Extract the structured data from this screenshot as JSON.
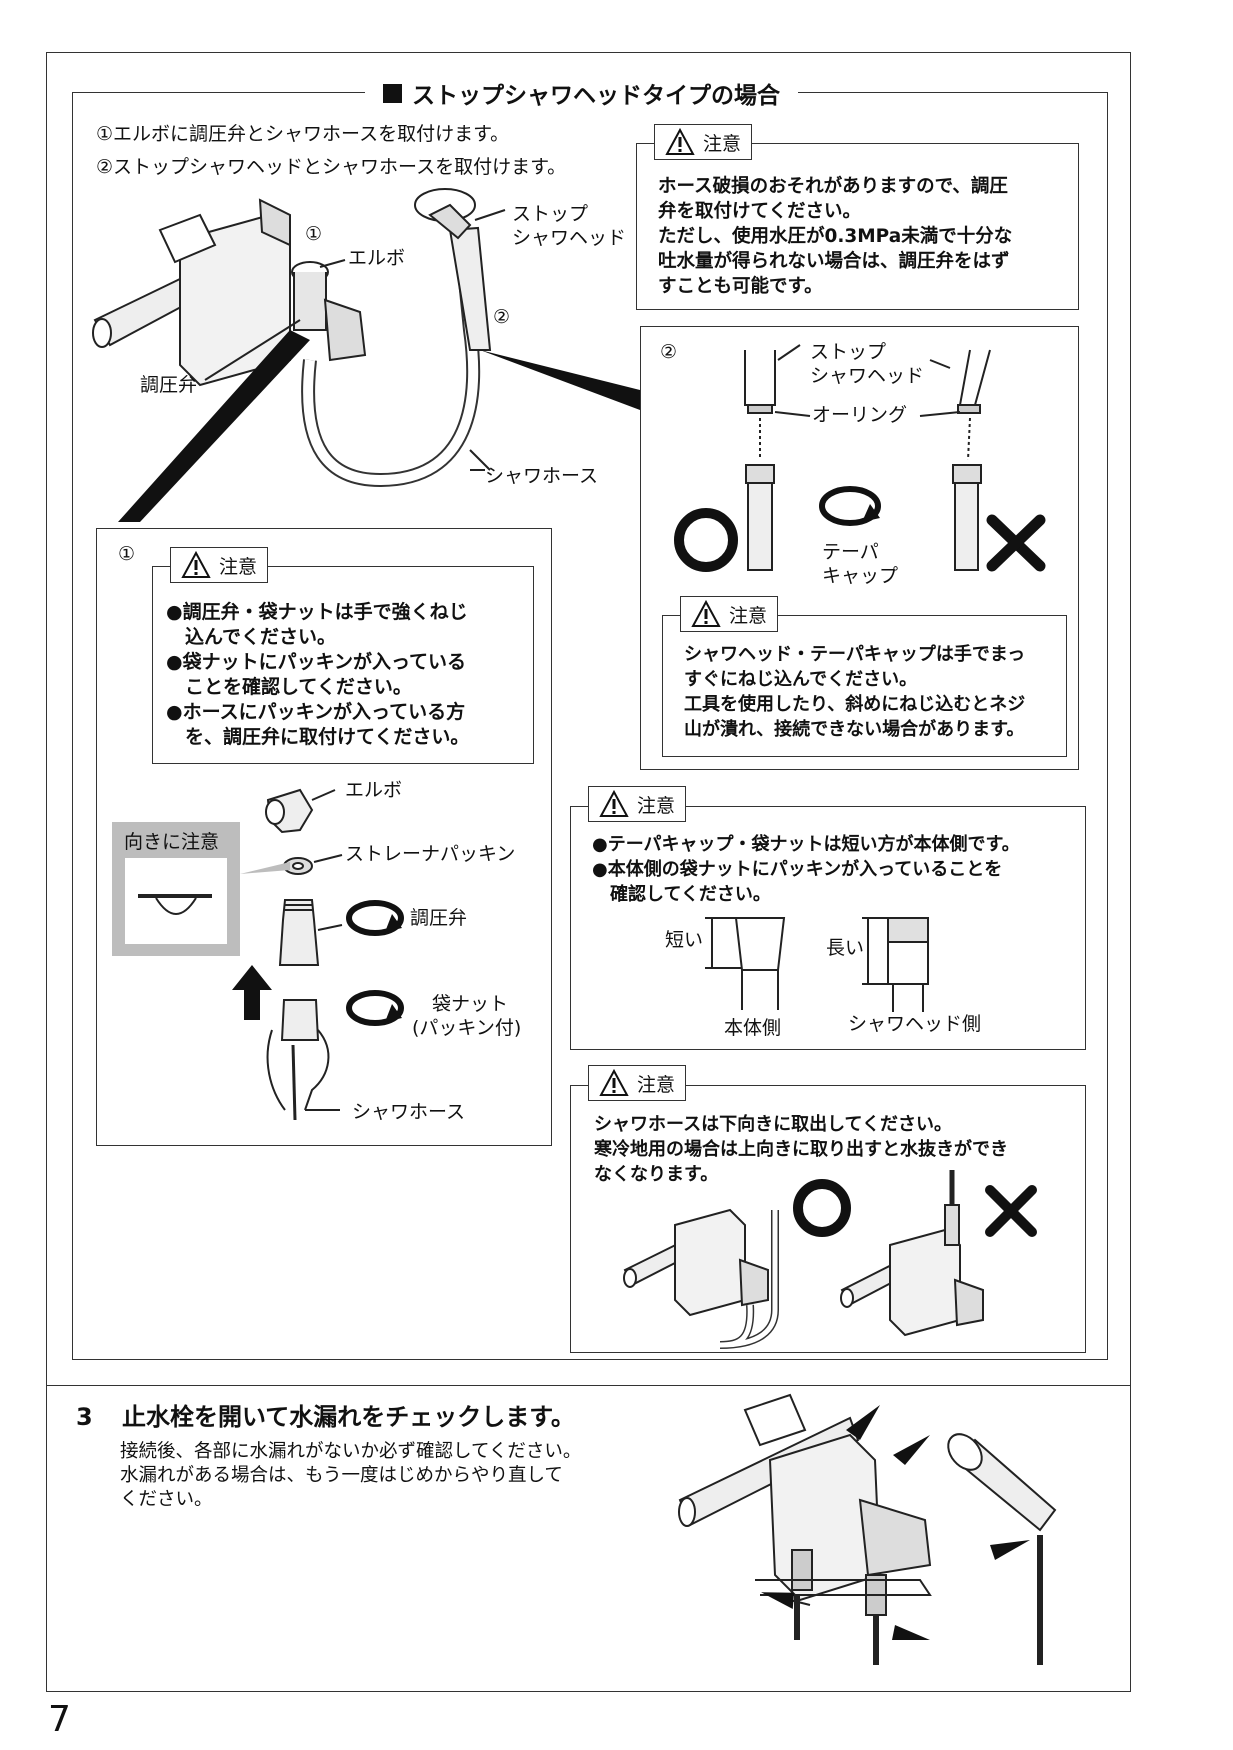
{
  "section": {
    "title": "ストップシャワヘッドタイプの場合",
    "step1": "①エルボに調圧弁とシャワホースを取付けます。",
    "step2": "②ストップシャワヘッドとシャワホースを取付けます。"
  },
  "main_figure": {
    "num1": "①",
    "num2": "②",
    "label_stop_head_1": "ストップ",
    "label_stop_head_2": "シャワヘッド",
    "label_elbow": "エルボ",
    "label_regulator": "調圧弁",
    "label_hose": "シャワホース"
  },
  "caution_top": {
    "tab": "注意",
    "lines": [
      "ホース破損のおそれがありますので、調圧",
      "弁を取付けてください。",
      "ただし、使用水圧が0.3MPa未満で十分な",
      "吐水量が得られない場合は、調圧弁をはず",
      "すことも可能です。"
    ]
  },
  "panel2": {
    "num": "②",
    "label_head_1": "ストップ",
    "label_head_2": "シャワヘッド",
    "label_oring": "オーリング",
    "label_taper_1": "テーパ",
    "label_taper_2": "キャップ",
    "caution_tab": "注意",
    "caution_lines": [
      "シャワヘッド・テーパキャップは手でまっ",
      "すぐにねじ込んでください。",
      "工具を使用したり、斜めにねじ込むとネジ",
      "山が潰れ、接続できない場合があります。"
    ]
  },
  "panel1": {
    "num": "①",
    "caution_tab": "注意",
    "caution_lines": [
      "●調圧弁・袋ナットは手で強くねじ",
      "　込んでください。",
      "●袋ナットにパッキンが入っている",
      "　ことを確認してください。",
      "●ホースにパッキンが入っている方",
      "　を、調圧弁に取付けてください。"
    ],
    "label_elbow": "エルボ",
    "label_strainer": "ストレーナパッキン",
    "label_regulator": "調圧弁",
    "label_nut_1": "袋ナット",
    "label_nut_2": "(パッキン付)",
    "label_hose": "シャワホース",
    "orientation_label": "向きに注意"
  },
  "caution_mid": {
    "tab": "注意",
    "lines": [
      "●テーパキャップ・袋ナットは短い方が本体側です。",
      "●本体側の袋ナットにパッキンが入っていることを",
      "　確認してください。"
    ],
    "label_short": "短い",
    "label_long": "長い",
    "label_body_side": "本体側",
    "label_head_side": "シャワヘッド側"
  },
  "caution_bottom": {
    "tab": "注意",
    "lines": [
      "シャワホースは下向きに取出してください。",
      "寒冷地用の場合は上向きに取り出すと水抜きができ",
      "なくなります。"
    ]
  },
  "step3": {
    "number": "3",
    "title": "止水栓を開いて水漏れをチェックします。",
    "lines": [
      "接続後、各部に水漏れがないか必ず確認してください。",
      "水漏れがある場合は、もう一度はじめからやり直して",
      "ください。"
    ]
  },
  "page_number": "7"
}
